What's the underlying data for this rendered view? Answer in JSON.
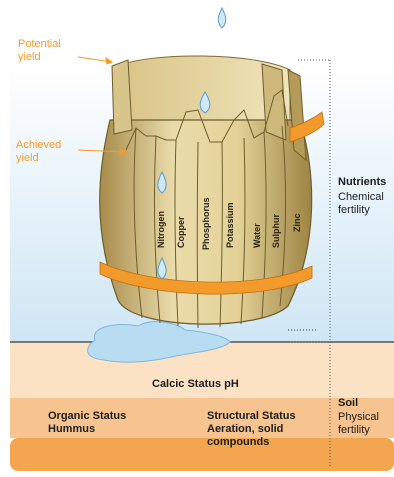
{
  "labels": {
    "potential_yield": "Potential\nyield",
    "achieved_yield": "Achieved\nyield",
    "nutrients_title": "Nutrients",
    "nutrients_sub": "Chemical\nfertility",
    "soil_title": "Soil",
    "soil_sub": "Physical\nfertility",
    "calcic": "Calcic Status pH",
    "organic": "Organic Status\nHummus",
    "structural": "Structural Status\nAeration, solid\ncompounds"
  },
  "staves": [
    "Nitrogen",
    "Copper",
    "Phosphorus",
    "Potassium",
    "Water",
    "Sulphur",
    "Zinc"
  ],
  "colors": {
    "sky_top": "#ffffff",
    "sky_bottom": "#cfe6f5",
    "soil_light": "#fbe2c5",
    "soil_mid": "#f7c38e",
    "soil_dark": "#f3a64f",
    "wood_light": "#e9d9a4",
    "wood_dark": "#b49b58",
    "hoop": "#f39a2a",
    "water": "#b8dcf2",
    "label_orange": "#f39a2a"
  }
}
